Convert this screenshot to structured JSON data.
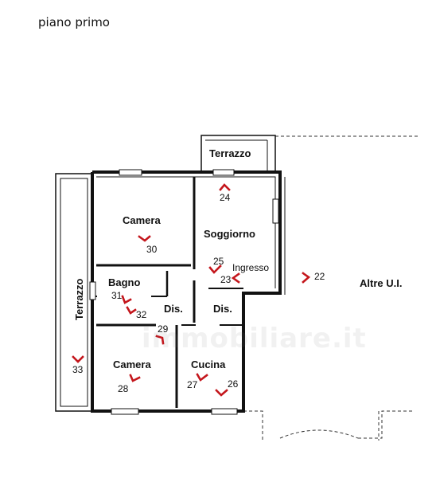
{
  "header": {
    "title": "piano primo"
  },
  "watermark": "immobiliare.it",
  "rooms": {
    "terrazzo_top": "Terrazzo",
    "camera_top": "Camera",
    "soggiorno": "Soggiorno",
    "ingresso": "Ingresso",
    "bagno": "Bagno",
    "dis_left": "Dis.",
    "dis_right": "Dis.",
    "terrazzo_side": "Terrazzo",
    "camera_bottom": "Camera",
    "cucina": "Cucina",
    "altre": "Altre U.I."
  },
  "photo_points": {
    "p22": "22",
    "p23": "23",
    "p24": "24",
    "p25": "25",
    "p26": "26",
    "p27": "27",
    "p28": "28",
    "p29": "29",
    "p30": "30",
    "p31": "31",
    "p32": "32",
    "p33": "33"
  },
  "colors": {
    "marker": "#c4161c",
    "walls": "#111111"
  }
}
